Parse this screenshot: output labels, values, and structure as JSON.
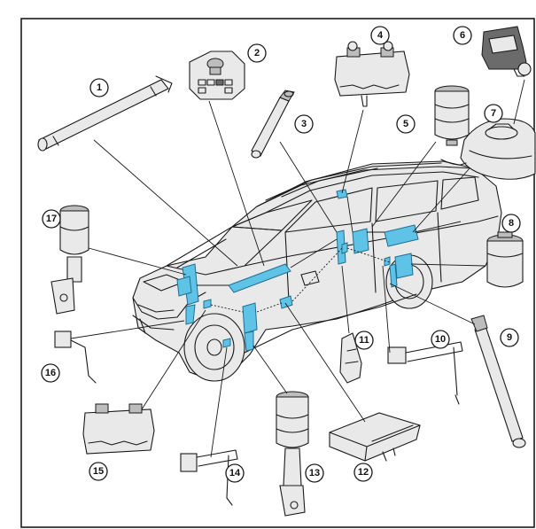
{
  "callouts": [
    {
      "id": "1",
      "label": "1"
    },
    {
      "id": "2",
      "label": "2"
    },
    {
      "id": "3",
      "label": "3"
    },
    {
      "id": "4",
      "label": "4"
    },
    {
      "id": "5",
      "label": "5"
    },
    {
      "id": "6",
      "label": "6"
    },
    {
      "id": "7",
      "label": "7"
    },
    {
      "id": "8",
      "label": "8"
    },
    {
      "id": "9",
      "label": "9"
    },
    {
      "id": "10",
      "label": "10"
    },
    {
      "id": "11",
      "label": "11"
    },
    {
      "id": "12",
      "label": "12"
    },
    {
      "id": "13",
      "label": "13"
    },
    {
      "id": "14",
      "label": "14"
    },
    {
      "id": "15",
      "label": "15"
    },
    {
      "id": "16",
      "label": "16"
    },
    {
      "id": "17",
      "label": "17"
    }
  ],
  "colors": {
    "highlight": "#5ec3e6",
    "ink": "#1a1a1a",
    "frame": "#1a1a1a",
    "background": "#ffffff"
  }
}
